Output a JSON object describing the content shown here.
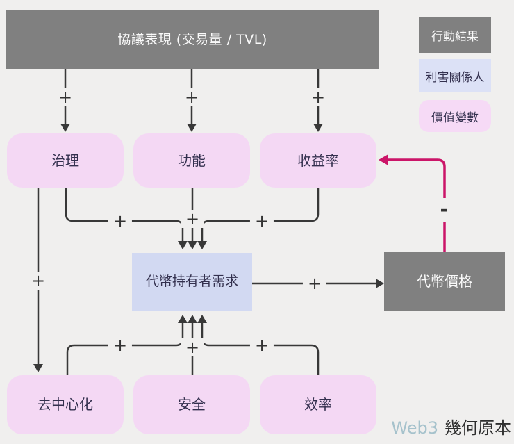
{
  "diagram_title": "協議表現 (交易量 / TVL)",
  "legend": {
    "items": [
      {
        "id": "action-result",
        "label": "行動結果",
        "color": "#808080"
      },
      {
        "id": "stakeholder",
        "label": "利害關係人",
        "color": "#dce1f6"
      },
      {
        "id": "value-variable",
        "label": "價值變數",
        "color": "#f6daf6"
      }
    ]
  },
  "nodes": {
    "protocol_performance": {
      "label": "協議表現 (交易量 / TVL)",
      "type": "action-result"
    },
    "governance": {
      "label": "治理",
      "type": "value-variable"
    },
    "functionality": {
      "label": "功能",
      "type": "value-variable"
    },
    "yield_rate": {
      "label": "收益率",
      "type": "value-variable"
    },
    "token_holder_demand": {
      "label": "代幣持有者需求",
      "type": "stakeholder"
    },
    "token_price": {
      "label": "代幣價格",
      "type": "action-result"
    },
    "decentralization": {
      "label": "去中心化",
      "type": "value-variable"
    },
    "security": {
      "label": "安全",
      "type": "value-variable"
    },
    "efficiency": {
      "label": "效率",
      "type": "value-variable"
    }
  },
  "edges": [
    {
      "from": "protocol_performance",
      "to": "governance",
      "sign": "+"
    },
    {
      "from": "protocol_performance",
      "to": "functionality",
      "sign": "+"
    },
    {
      "from": "protocol_performance",
      "to": "yield_rate",
      "sign": "+"
    },
    {
      "from": "governance",
      "to": "decentralization",
      "sign": "+"
    },
    {
      "from": "governance",
      "to": "token_holder_demand",
      "sign": "+"
    },
    {
      "from": "functionality",
      "to": "token_holder_demand",
      "sign": "+"
    },
    {
      "from": "yield_rate",
      "to": "token_holder_demand",
      "sign": "+"
    },
    {
      "from": "token_holder_demand",
      "to": "token_price",
      "sign": "+"
    },
    {
      "from": "token_price",
      "to": "yield_rate",
      "sign": "-"
    },
    {
      "from": "decentralization",
      "to": "token_holder_demand",
      "sign": "+"
    },
    {
      "from": "security",
      "to": "token_holder_demand",
      "sign": "+"
    },
    {
      "from": "efficiency",
      "to": "token_holder_demand",
      "sign": "+"
    }
  ],
  "watermark": {
    "brand": "Web3",
    "title": "幾何原本"
  },
  "colors": {
    "background": "#f0efee",
    "action_result_fill": "#808080",
    "stakeholder_fill": "#d2d9f2",
    "value_variable_fill": "#f4d8f4",
    "edge_stroke": "#383838",
    "negative_edge_stroke": "#cb1568",
    "dark_text": "#33304e",
    "light_text": "#fafafa"
  }
}
